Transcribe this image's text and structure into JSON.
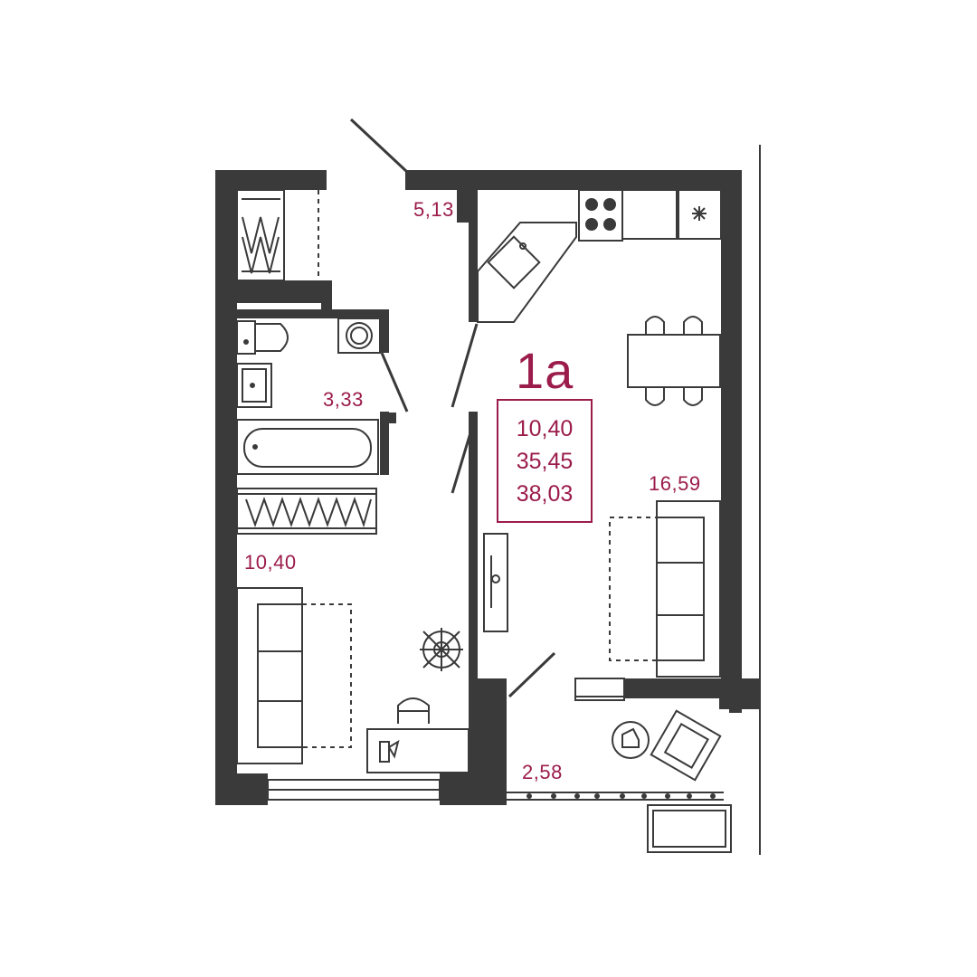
{
  "apartment_code": "1a",
  "summary": {
    "living_area": "10,40",
    "total_area": "35,45",
    "total_with_balcony": "38,03"
  },
  "rooms": {
    "hall": "5,13",
    "bathroom": "3,33",
    "bedroom": "10,40",
    "kitchen_living": "16,59",
    "balcony": "2,58"
  },
  "colors": {
    "wall": "#3a3a3a",
    "accent": "#9b1c4b",
    "furniture": "#3a3a3a"
  },
  "icons": [
    "stove-icon",
    "sink-icon",
    "fridge-icon",
    "toilet-icon",
    "washing-machine-icon",
    "bathtub-icon",
    "wardrobe-icon",
    "sofa-icon",
    "bed-icon",
    "plant-icon",
    "desk-icon",
    "chair-icon",
    "dining-table-icon",
    "armchair-icon",
    "tv-stand-icon"
  ]
}
